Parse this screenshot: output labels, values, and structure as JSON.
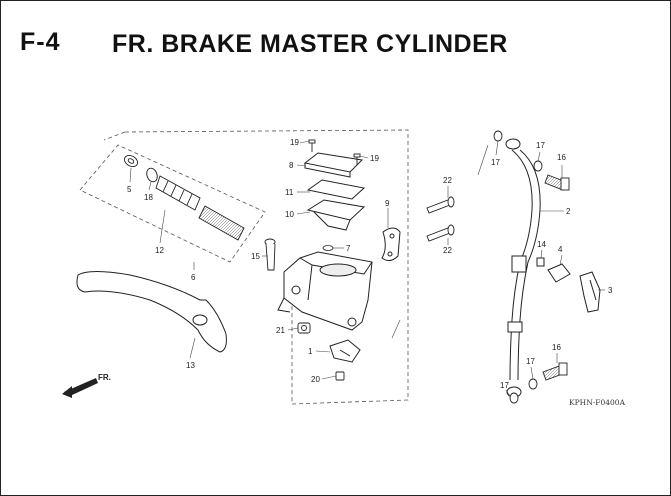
{
  "header": {
    "code": "F-4",
    "title": "FR. BRAKE MASTER CYLINDER"
  },
  "direction_label": "FR.",
  "reference_code": "KPHN-F0400A",
  "callouts": {
    "p1": "1",
    "p2": "2",
    "p3": "3",
    "p4": "4",
    "p5": "5",
    "p6": "6",
    "p7": "7",
    "p8": "8",
    "p9": "9",
    "p10": "10",
    "p11": "11",
    "p12": "12",
    "p13": "13",
    "p14": "14",
    "p15": "15",
    "p16a": "16",
    "p16b": "16",
    "p17a": "17",
    "p17b": "17",
    "p17c": "17",
    "p17d": "17",
    "p18": "18",
    "p19a": "19",
    "p19b": "19",
    "p20": "20",
    "p21": "21",
    "p22a": "22",
    "p22b": "22"
  }
}
